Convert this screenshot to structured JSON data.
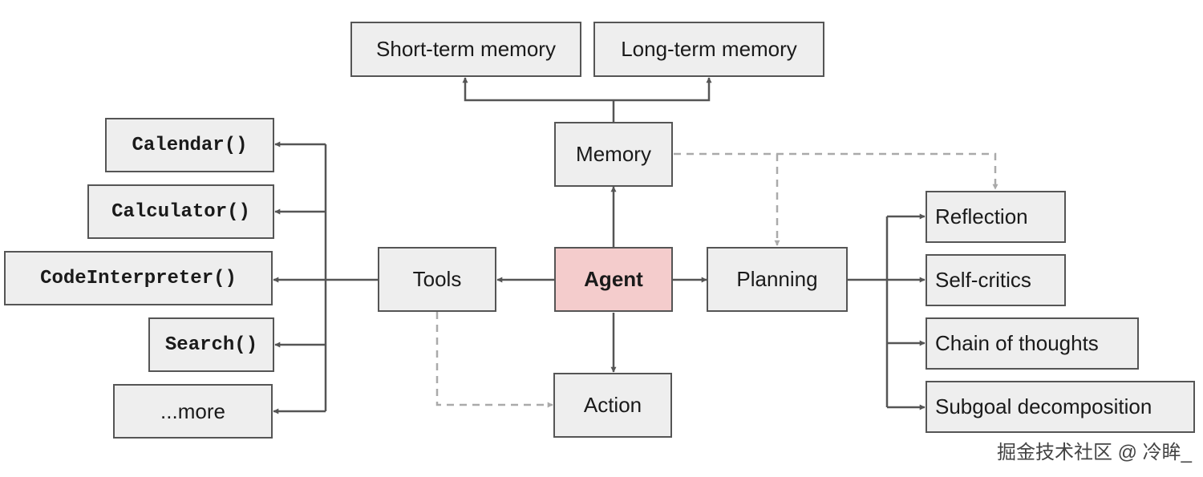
{
  "diagram": {
    "agent": "Agent",
    "memory": "Memory",
    "short_term_memory": "Short-term memory",
    "long_term_memory": "Long-term memory",
    "tools": "Tools",
    "action": "Action",
    "planning": "Planning",
    "tool_list": [
      "Calendar()",
      "Calculator()",
      "CodeInterpreter()",
      "Search()",
      "...more"
    ],
    "planning_list": [
      "Reflection",
      "Self-critics",
      "Chain of thoughts",
      "Subgoal decomposition"
    ]
  },
  "watermark": "掘金技术社区 @ 冷眸_",
  "colors": {
    "box_fill": "#eeeeee",
    "box_border": "#555555",
    "agent_fill": "#f4cccc",
    "solid_line": "#555555",
    "dashed_line": "#aaaaaa"
  }
}
